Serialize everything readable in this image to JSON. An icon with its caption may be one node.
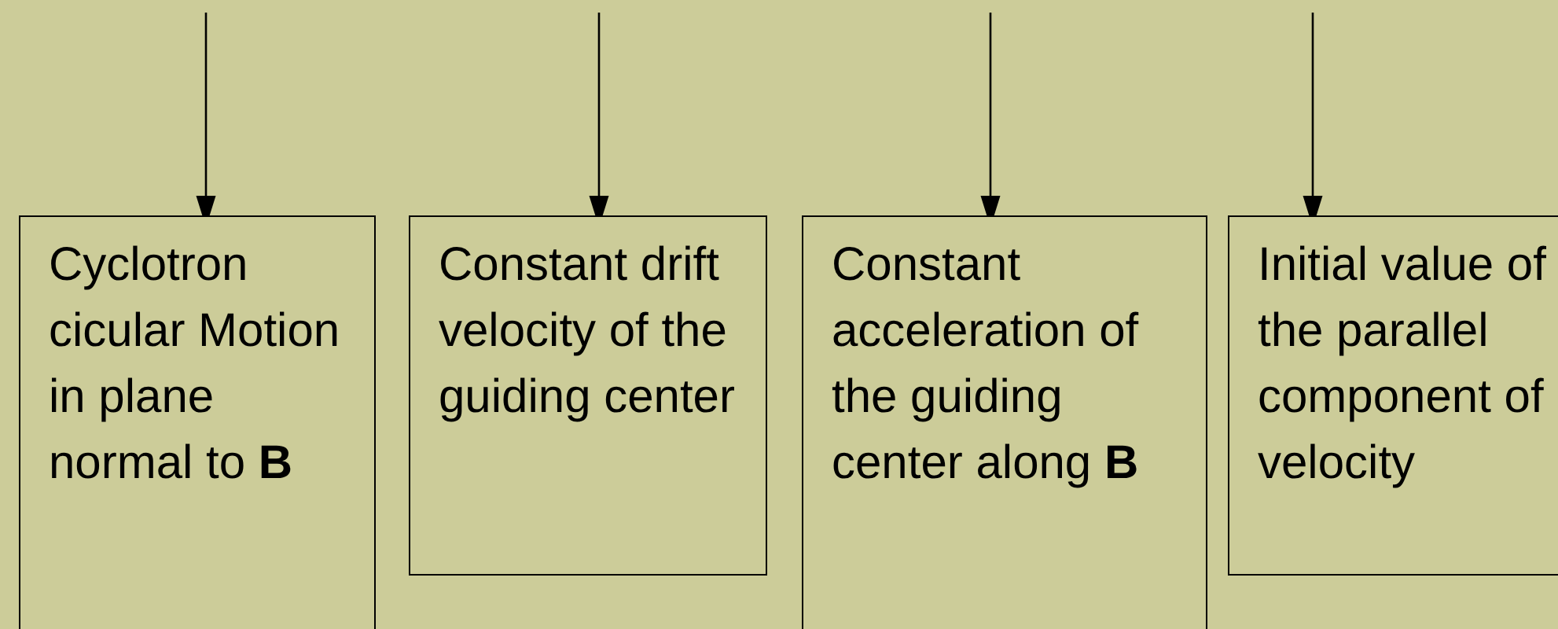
{
  "diagram": {
    "nodes": [
      {
        "text": [
          "Cyclotron cicular Motion in plane normal to **B**"
        ]
      },
      {
        "text": [
          "Constant drift velocity of the guiding center"
        ]
      },
      {
        "text": [
          "Constant acceleration of the guiding center along **B**"
        ]
      },
      {
        "text": [
          "Initial value of the parallel component of velocity"
        ]
      }
    ],
    "edges": [
      {
        "from": null,
        "to": 0,
        "arrow": "to"
      },
      {
        "from": null,
        "to": 1,
        "arrow": "to"
      },
      {
        "from": null,
        "to": 2,
        "arrow": "to"
      },
      {
        "from": null,
        "to": 3,
        "arrow": "to"
      }
    ]
  }
}
